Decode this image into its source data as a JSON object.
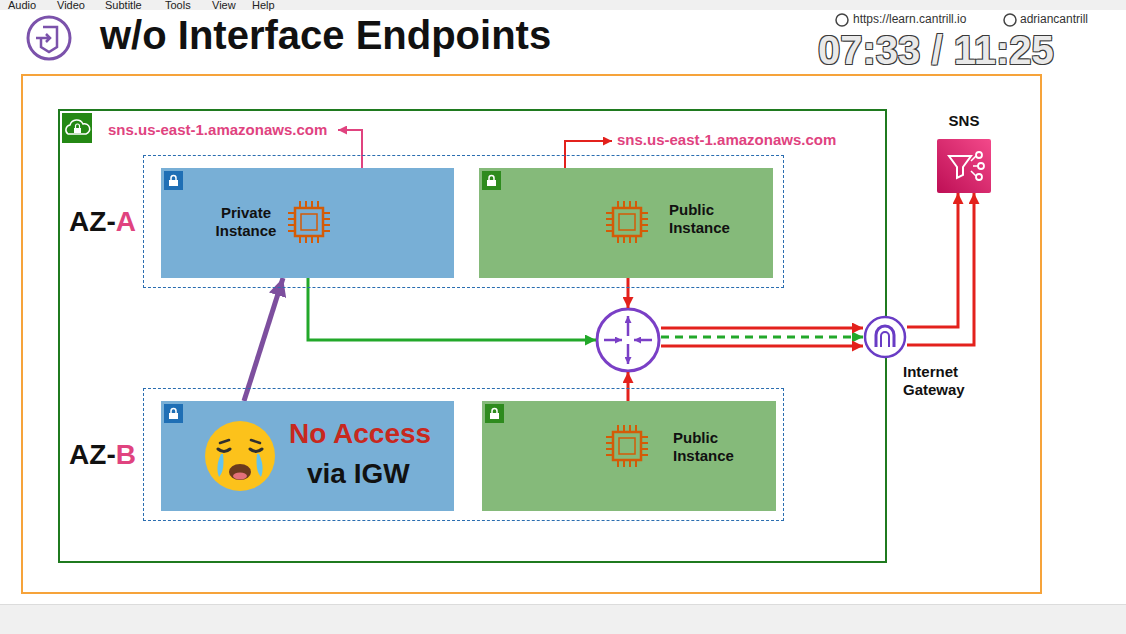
{
  "diagram": {
    "title": "w/o Interface Endpoints",
    "nodes": [
      {
        "text": [
          "AZ-A"
        ]
      },
      {
        "text": [
          "Private Instance"
        ],
        "in": 0
      },
      {
        "text": [
          "Public Instance"
        ],
        "in": 0
      },
      {
        "text": [
          "AZ-B"
        ]
      },
      {
        "text": [
          "No Access",
          "via IGW"
        ],
        "in": 3
      },
      {
        "text": [
          "Public Instance"
        ],
        "in": 3
      },
      {
        "text": [
          "Internet Gateway"
        ]
      },
      {
        "text": [
          "SNS"
        ]
      }
    ],
    "edges": [
      {
        "from": 4,
        "to": 1,
        "arrow": "to"
      },
      {
        "from": 1,
        "to": 6,
        "arrow": "to"
      },
      {
        "from": 2,
        "to": 6,
        "arrow": "to"
      },
      {
        "from": 5,
        "to": 6,
        "arrow": "to"
      },
      {
        "from": 6,
        "to": 7,
        "arrow": "to"
      },
      {
        "from": 6,
        "to": 7,
        "arrow": "to"
      }
    ],
    "labels": [
      "Audio",
      "Video",
      "Subtitle",
      "Tools",
      "View",
      "Help",
      "https://learn.cantrill.io",
      "adriancantrill",
      "07:33 / 11:25",
      "sns.us-east-1.amazonaws.com",
      "sns.us-east-1.amazonaws.com"
    ]
  }
}
